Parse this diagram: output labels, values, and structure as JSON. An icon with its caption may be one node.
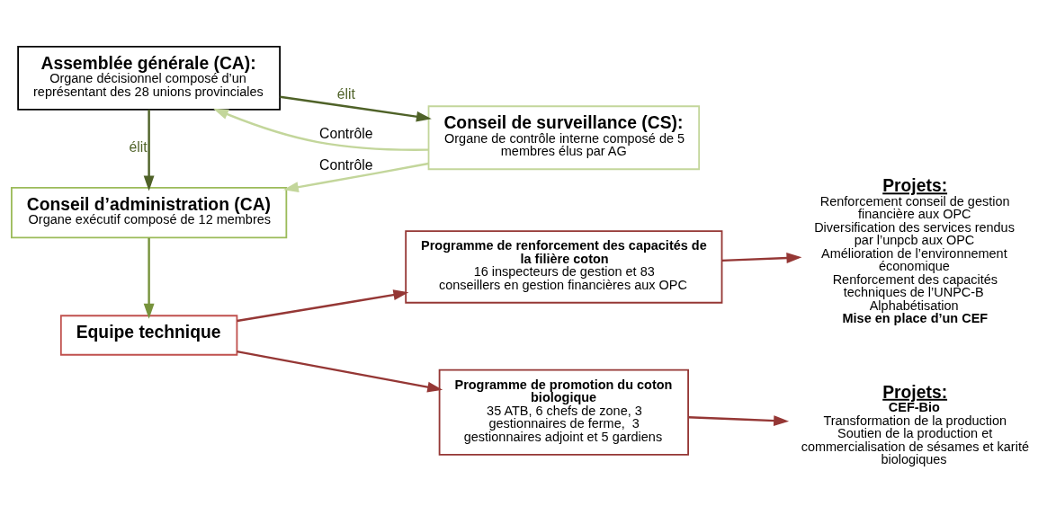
{
  "diagram": {
    "nodes": [
      {
        "text": [
          "Assemblée générale (CA):",
          "Organe décisionnel composé d’un représentant des 28 unions provinciales"
        ]
      },
      {
        "text": [
          "Conseil de surveillance (CS):",
          "Organe de contrôle interne composé de 5 membres élus par AG"
        ]
      },
      {
        "text": [
          "Conseil d’administration (CA)",
          "Organe exécutif composé de 12 membres"
        ]
      },
      {
        "text": [
          "Equipe technique"
        ]
      },
      {
        "text": [
          "Programme de renforcement des capacités de la filière coton",
          "16 inspecteurs de gestion et 83 conseillers en gestion financières aux OPC"
        ]
      },
      {
        "text": [
          "Programme de promotion du coton biologique",
          "35 ATB, 6 chefs de zone, 3 gestionnaires de ferme,  3 gestionnaires adjoint et 5 gardiens"
        ]
      },
      {
        "text": [
          "Projets:",
          "Renforcement conseil de gestion financière aux OPC",
          "Diversification des services rendus par l’unpcb aux OPC",
          "Amélioration de l’environnement économique",
          "Renforcement des capacités techniques de l’UNPC-B",
          "Alphabétisation",
          "Mise en place d’un CEF"
        ]
      },
      {
        "text": [
          "Projets:",
          "CEF-Bio",
          "Transformation de la production",
          "Soutien de la production et commercialisation de sésames et karité biologiques"
        ]
      }
    ],
    "edges": [
      {
        "from": 1,
        "to": 0,
        "arrow": "to",
        "label": "Contrôle",
        "color": "#c3d69b"
      },
      {
        "from": 0,
        "to": 1,
        "arrow": "to",
        "label": "élit",
        "color": "#4f6228"
      },
      {
        "from": 0,
        "to": 2,
        "arrow": "to",
        "label": "élit",
        "color": "#4f6228"
      },
      {
        "from": 1,
        "to": 2,
        "arrow": "to",
        "label": "Contrôle",
        "color": "#c3d69b"
      },
      {
        "from": 2,
        "to": 3,
        "arrow": "to",
        "color": "#77933c"
      },
      {
        "from": 3,
        "to": 4,
        "arrow": "to"
      },
      {
        "from": 3,
        "to": 5,
        "arrow": "to"
      },
      {
        "from": 4,
        "to": 6,
        "arrow": "to"
      },
      {
        "from": 5,
        "to": 7,
        "arrow": "to"
      }
    ]
  }
}
